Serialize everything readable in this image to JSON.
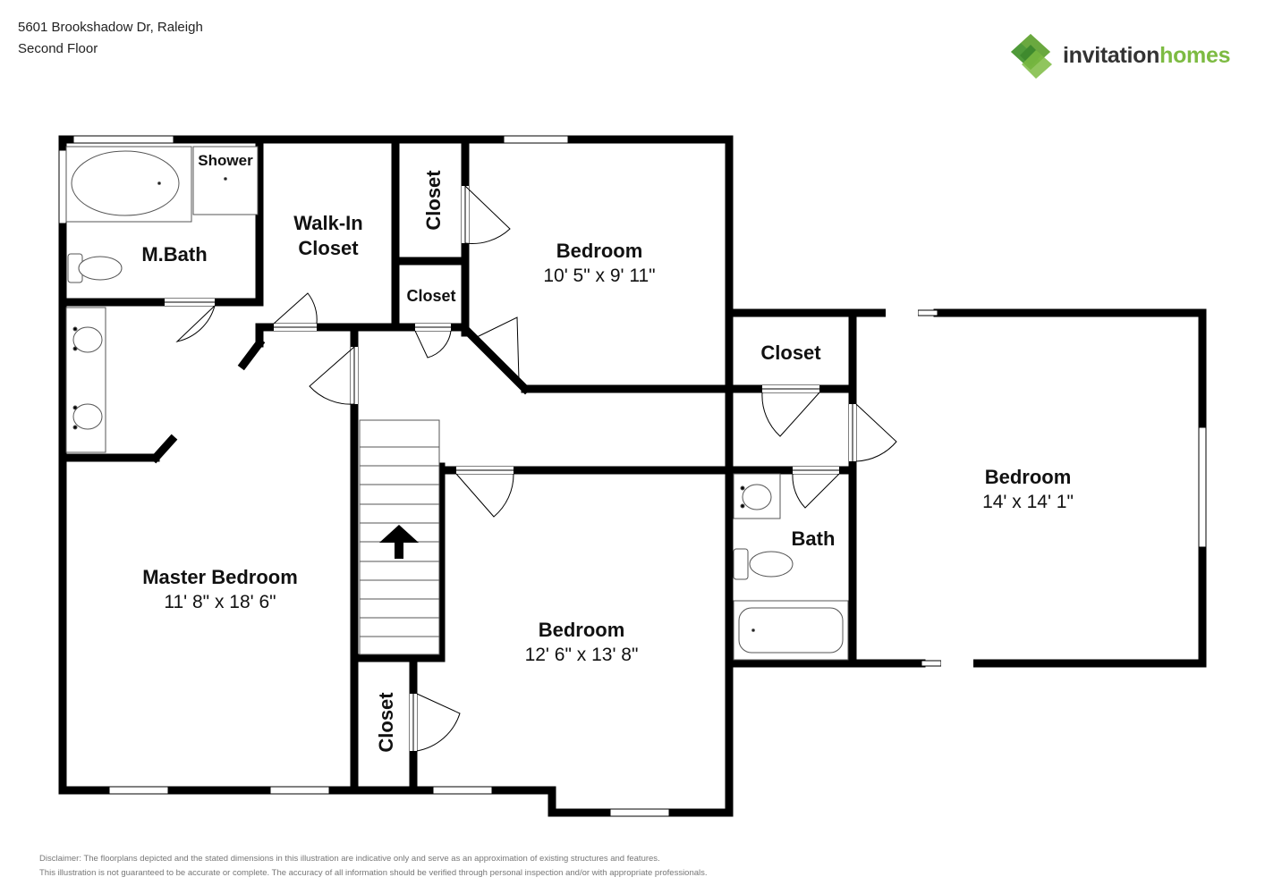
{
  "header": {
    "address": "5601 Brookshadow Dr, Raleigh",
    "floor": "Second Floor"
  },
  "logo": {
    "word1": "invitation",
    "word2": "homes",
    "colors": {
      "dark_green": "#4f9a3a",
      "light_green": "#8cc152",
      "text_dark": "#333333"
    }
  },
  "rooms": {
    "master_bath": "M.Bath",
    "shower": "Shower",
    "walk_in_line1": "Walk-In",
    "walk_in_line2": "Closet",
    "closet_vertical_top": "Closet",
    "closet_small": "Closet",
    "bedroom_top_name": "Bedroom",
    "bedroom_top_dims": "10' 5\" x 9' 11\"",
    "closet_right": "Closet",
    "bedroom_right_name": "Bedroom",
    "bedroom_right_dims": "14' x 14' 1\"",
    "master_name": "Master Bedroom",
    "master_dims": "11' 8\" x 18' 6\"",
    "bedroom_bottom_name": "Bedroom",
    "bedroom_bottom_dims": "12' 6\" x 13' 8\"",
    "bath": "Bath",
    "closet_vertical_bottom": "Closet"
  },
  "disclaimer": {
    "line1": "Disclaimer: The floorplans depicted and the stated dimensions in this illustration are indicative only and serve as an approximation of existing structures and features.",
    "line2": "This illustration is not guaranteed to be accurate or complete. The accuracy of all information should be verified through personal inspection and/or with appropriate professionals."
  },
  "colors": {
    "wall": "#000000",
    "fixture": "#555555",
    "background": "#ffffff"
  }
}
